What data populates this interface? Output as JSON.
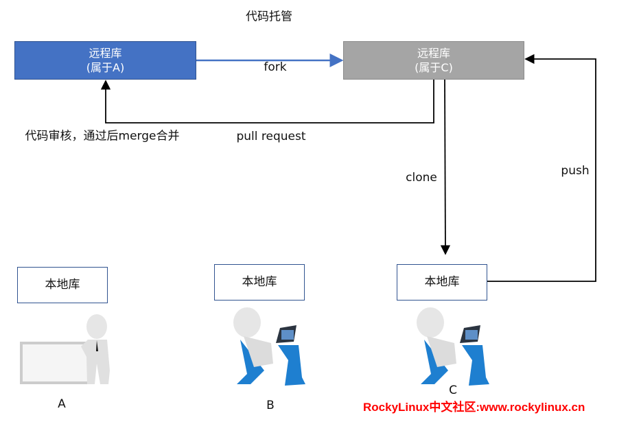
{
  "title": "代码托管",
  "remote_a": {
    "line1": "远程库",
    "line2": "(属于A)",
    "color": "#4472c4"
  },
  "remote_c": {
    "line1": "远程库",
    "line2": "(属于C)",
    "color": "#a5a5a5"
  },
  "edges": {
    "fork": "fork",
    "pull_request": "pull request",
    "review": "代码审核，通过后merge合并",
    "clone": "clone",
    "push": "push"
  },
  "local_repos": [
    {
      "label": "本地库",
      "user": "A",
      "figure": "person-leaning-on-board-icon"
    },
    {
      "label": "本地库",
      "user": "B",
      "figure": "person-at-laptop-icon"
    },
    {
      "label": "本地库",
      "user": "C",
      "figure": "person-at-laptop-icon"
    }
  ],
  "watermark": "RockyLinux中文社区:www.rockylinux.cn"
}
